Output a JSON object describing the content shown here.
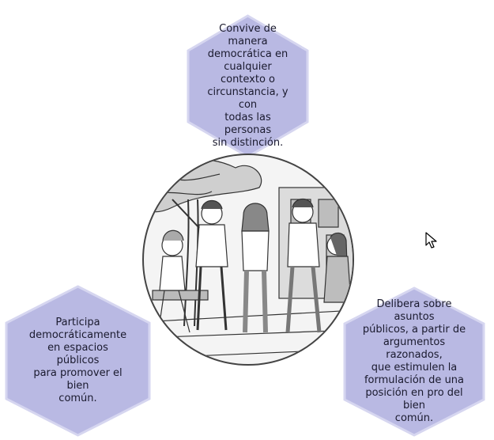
{
  "colors": {
    "hex_fill": "#b9b9e3",
    "hex_stroke": "#cfcfee",
    "text": "#1a1a2e"
  },
  "hexagons": {
    "top": {
      "text": "Convive de manera\ndemocrática en\ncualquier contexto o\ncircunstancia, y con\ntodas las personas\nsin distinción."
    },
    "left": {
      "text": "Participa\ndemocráticamente\nen espacios públicos\npara promover el bien\ncomún."
    },
    "right": {
      "text": "Delibera sobre asuntos\npúblicos, a partir de\nargumentos razonados,\nque estimulen la\nformulación de una\nposición en pro del bien\ncomún."
    }
  },
  "illustration": {
    "icon": "children-group-illustration"
  },
  "cursor": {
    "icon": "mouse-pointer-icon"
  }
}
